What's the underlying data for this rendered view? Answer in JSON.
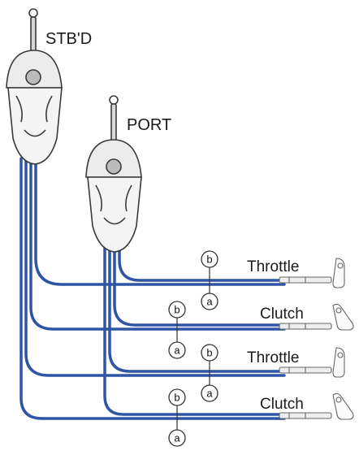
{
  "labels": {
    "starboard": "STB'D",
    "port": "PORT"
  },
  "cables": [
    {
      "label": "Throttle"
    },
    {
      "label": "Clutch"
    },
    {
      "label": "Throttle"
    },
    {
      "label": "Clutch"
    }
  ],
  "markers": {
    "a": "a",
    "b": "b"
  },
  "colors": {
    "cable": "#2f55a6",
    "outline": "#3a3a3a",
    "body_fill": "#f4f4f4"
  },
  "icons": [
    "control-lever-icon",
    "cable-end-icon"
  ]
}
